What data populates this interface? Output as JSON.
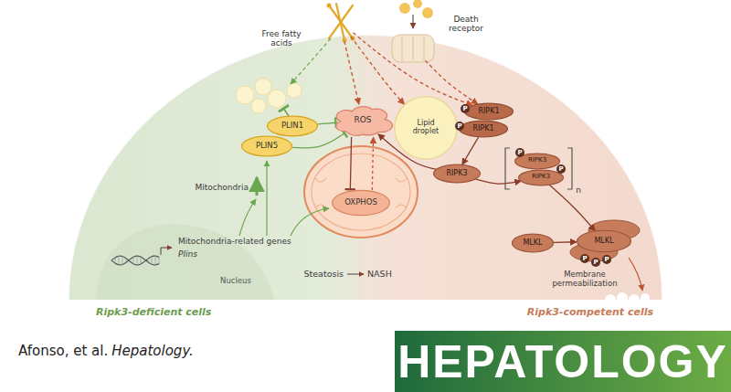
{
  "diagram": {
    "nodes": [
      {
        "text": [
          "Free fatty acids"
        ]
      },
      {
        "text": [
          "Death receptor"
        ]
      },
      {
        "text": [
          "PLIN1"
        ]
      },
      {
        "text": [
          "PLIN5"
        ]
      },
      {
        "text": [
          "ROS"
        ]
      },
      {
        "text": [
          "OXPHOS"
        ]
      },
      {
        "text": [
          "Lipid droplet"
        ]
      },
      {
        "text": [
          "RIPK1"
        ]
      },
      {
        "text": [
          "RIPK1"
        ]
      },
      {
        "text": [
          "RIPK3"
        ]
      },
      {
        "text": [
          "RIPK3"
        ]
      },
      {
        "text": [
          "RIPK3"
        ]
      },
      {
        "text": [
          "MLKL"
        ]
      },
      {
        "text": [
          "MLKL"
        ]
      }
    ],
    "edges": [
      {
        "from": 0,
        "to": 4,
        "arrow": "to"
      },
      {
        "from": 0,
        "to": 6,
        "arrow": "to"
      },
      {
        "from": 0,
        "to": 7,
        "arrow": "to"
      },
      {
        "from": 1,
        "to": 7,
        "arrow": "to"
      },
      {
        "from": 8,
        "to": 9,
        "arrow": "to"
      },
      {
        "from": 9,
        "to": 11,
        "arrow": "to"
      },
      {
        "from": 9,
        "to": 4,
        "arrow": "to"
      },
      {
        "from": 11,
        "to": 13,
        "arrow": "to"
      },
      {
        "from": 12,
        "to": 13,
        "arrow": "to"
      },
      {
        "from": 4,
        "to": 5,
        "arrow": "to"
      },
      {
        "from": 5,
        "to": 4,
        "arrow": "to"
      },
      {
        "from": 2,
        "to": 4,
        "arrow": "to"
      },
      {
        "from": 3,
        "to": 4,
        "arrow": "to"
      }
    ],
    "labels": [
      "P",
      "P",
      "P",
      "P",
      "P",
      "P",
      "P",
      "n",
      "Mitochondria",
      "Mitochondria-related genes",
      "Plins",
      "Nucleus",
      "Steatosis",
      "NASH",
      "Membrane permeabilization",
      "Ripk3-deficient cells",
      "Ripk3-competent cells",
      "Afonso, et al.",
      "Hepatology.",
      "HEPATOLOGY"
    ]
  }
}
